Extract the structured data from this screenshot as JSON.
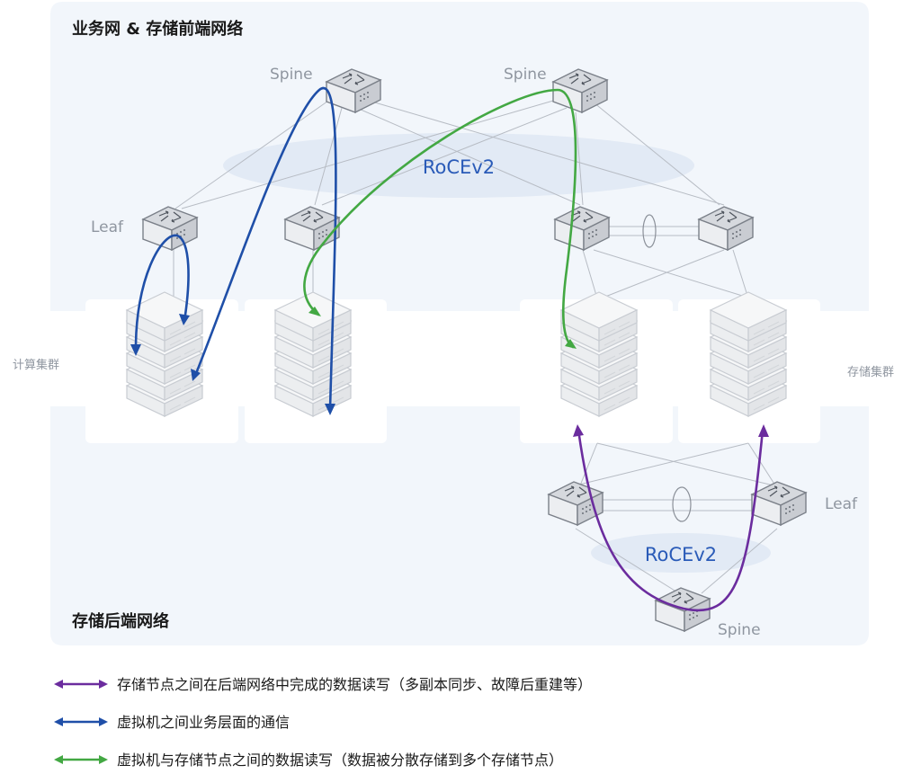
{
  "front_network": {
    "title": "业务网 & 存储前端网络",
    "protocol": "RoCEv2"
  },
  "back_network": {
    "title": "存储后端网络",
    "protocol": "RoCEv2"
  },
  "labels": {
    "spine_left": "Spine",
    "spine_right": "Spine",
    "spine_bottom": "Spine",
    "leaf_front": "Leaf",
    "leaf_back": "Leaf",
    "compute_cluster": "计算集群",
    "storage_cluster": "存储集群"
  },
  "legend": [
    {
      "color": "#6b2c9e",
      "text": "存储节点之间在后端网络中完成的数据读写（多副本同步、故障后重建等）"
    },
    {
      "color": "#1f4fa8",
      "text": "虚拟机之间业务层面的通信"
    },
    {
      "color": "#43a843",
      "text": "虚拟机与存储节点之间的数据读写（数据被分散存储到多个存储节点）"
    }
  ],
  "colors": {
    "panel": "#f2f6fb",
    "ellipse": "#dfe8f3",
    "link": "#b7bcc4",
    "switch_top": "#d6d9de",
    "switch_front": "#eceef1",
    "switch_stroke": "#7b8089",
    "server": "#f1f2f4",
    "server_stroke": "#c8ccd2",
    "purple": "#6b2c9e",
    "blue": "#1f4fa8",
    "green": "#43a843"
  }
}
